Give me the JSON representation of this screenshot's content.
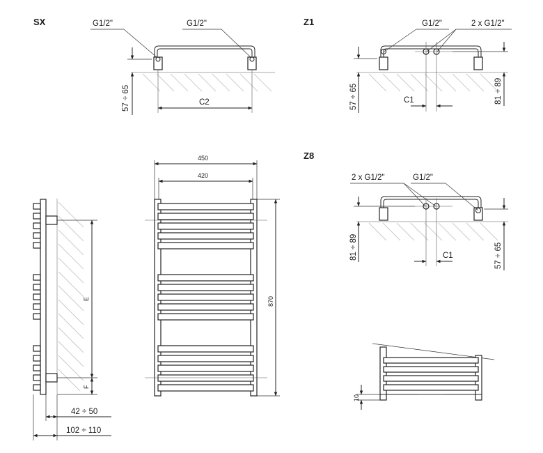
{
  "sections": {
    "sx": {
      "title": "SX",
      "left_thread": "G1/2\"",
      "right_thread": "G1/2\"",
      "c_label": "C2",
      "wall_range": "57 ÷ 65"
    },
    "z1": {
      "title": "Z1",
      "left_thread": "G1/2\"",
      "right_thread": "2 x G1/2\"",
      "c_label": "C1",
      "wall_range": "57 ÷ 65",
      "right_range": "81 ÷ 89"
    },
    "z8": {
      "title": "Z8",
      "left_thread": "2 x G1/2\"",
      "right_thread": "G1/2\"",
      "c_label": "C1",
      "left_range": "81 ÷ 89",
      "wall_range": "57 ÷ 65"
    }
  },
  "front": {
    "outer_width": "450",
    "inner_width": "420",
    "height": "870"
  },
  "side": {
    "e_label": "E",
    "f_label": "F",
    "depth_small": "42 ÷ 50",
    "depth_large": "102 ÷ 110"
  },
  "detail": {
    "offset": "10"
  }
}
